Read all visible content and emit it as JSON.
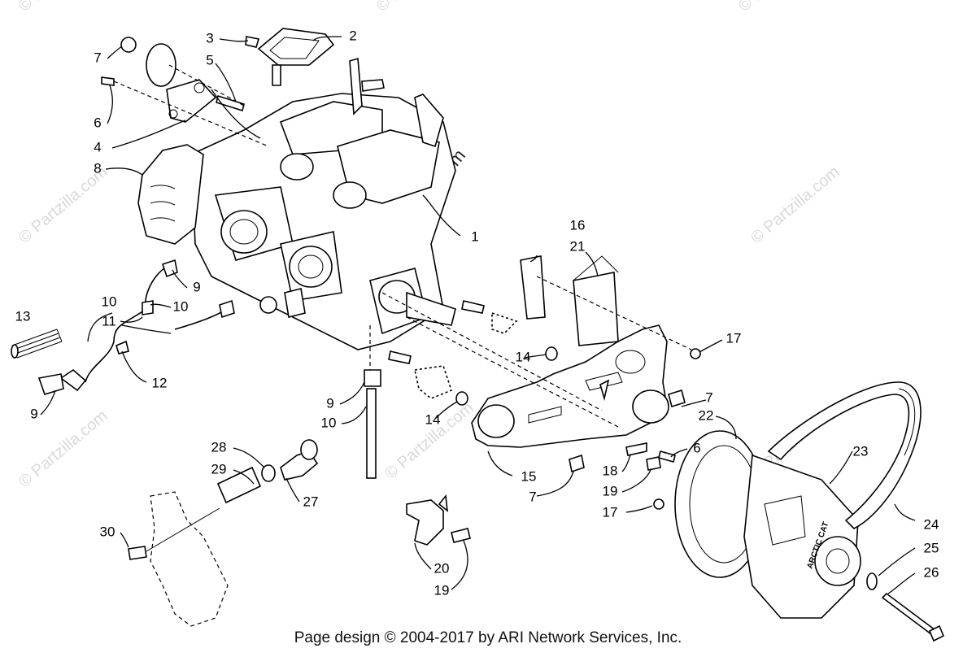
{
  "diagram": {
    "callouts": [
      {
        "id": "c1",
        "text": "1"
      },
      {
        "id": "c2",
        "text": "2"
      },
      {
        "id": "c3",
        "text": "3"
      },
      {
        "id": "c4",
        "text": "4"
      },
      {
        "id": "c5",
        "text": "5"
      },
      {
        "id": "c6a",
        "text": "6"
      },
      {
        "id": "c7a",
        "text": "7"
      },
      {
        "id": "c8",
        "text": "8"
      },
      {
        "id": "c9a",
        "text": "9"
      },
      {
        "id": "c10a",
        "text": "10"
      },
      {
        "id": "c10b",
        "text": "10"
      },
      {
        "id": "c11",
        "text": "11"
      },
      {
        "id": "c13",
        "text": "13"
      },
      {
        "id": "c9b",
        "text": "9"
      },
      {
        "id": "c12",
        "text": "12"
      },
      {
        "id": "c9c",
        "text": "9"
      },
      {
        "id": "c10c",
        "text": "10"
      },
      {
        "id": "c16",
        "text": "16"
      },
      {
        "id": "c21",
        "text": "21"
      },
      {
        "id": "c17a",
        "text": "17"
      },
      {
        "id": "c14a",
        "text": "14"
      },
      {
        "id": "c14b",
        "text": "14"
      },
      {
        "id": "c7b",
        "text": "7"
      },
      {
        "id": "c22",
        "text": "22"
      },
      {
        "id": "c6b",
        "text": "6"
      },
      {
        "id": "c23",
        "text": "23"
      },
      {
        "id": "c15",
        "text": "15"
      },
      {
        "id": "c7c",
        "text": "7"
      },
      {
        "id": "c18",
        "text": "18"
      },
      {
        "id": "c19a",
        "text": "19"
      },
      {
        "id": "c17b",
        "text": "17"
      },
      {
        "id": "c24",
        "text": "24"
      },
      {
        "id": "c25",
        "text": "25"
      },
      {
        "id": "c26",
        "text": "26"
      },
      {
        "id": "c28",
        "text": "28"
      },
      {
        "id": "c29",
        "text": "29"
      },
      {
        "id": "c27",
        "text": "27"
      },
      {
        "id": "c30",
        "text": "30"
      },
      {
        "id": "c20",
        "text": "20"
      },
      {
        "id": "c19b",
        "text": "19"
      }
    ],
    "watermark_text": "© Partzilla.com",
    "belt_text": "ARCTIC CAT"
  },
  "footer": {
    "text": "Page design © 2004-2017 by ARI Network Services, Inc."
  }
}
